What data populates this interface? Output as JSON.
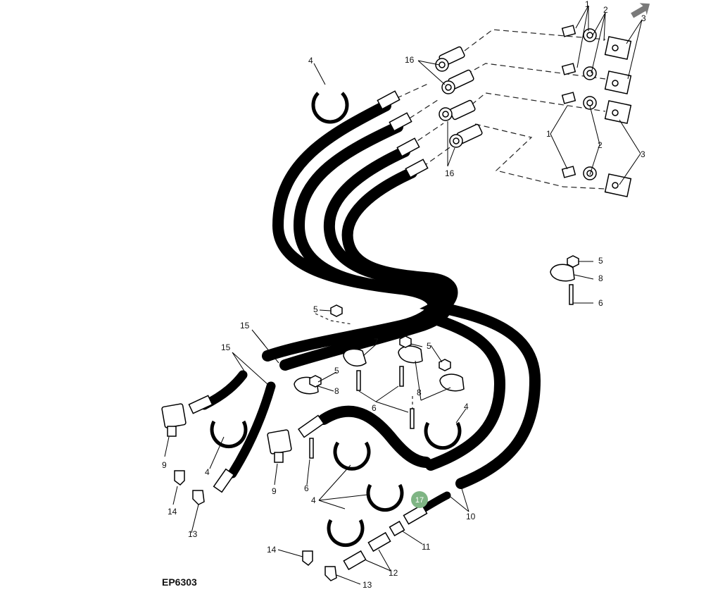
{
  "figure_code": "EP6303",
  "callouts": {
    "c1a": "1",
    "c2a": "2",
    "c3a": "3",
    "c1b": "1",
    "c2b": "2",
    "c3b": "3",
    "c4a": "4",
    "c4b": "4",
    "c4c": "4",
    "c4d": "4",
    "c5a": "5",
    "c5b": "5",
    "c5c": "5",
    "c5d": "5",
    "c6a": "6",
    "c6b": "6",
    "c6c": "6",
    "c7": "7",
    "c8a": "8",
    "c8b": "8",
    "c8c": "8",
    "c9a": "9",
    "c9b": "9",
    "c10": "10",
    "c11": "11",
    "c12": "12",
    "c13a": "13",
    "c13b": "13",
    "c14a": "14",
    "c14b": "14",
    "c15a": "15",
    "c15b": "15",
    "c16a": "16",
    "c16b": "16"
  },
  "hotspot": {
    "label": "17",
    "color": "#7fb584"
  },
  "nav_arrow": {
    "icon": "arrow-icon",
    "color": "#7a7a7a"
  }
}
